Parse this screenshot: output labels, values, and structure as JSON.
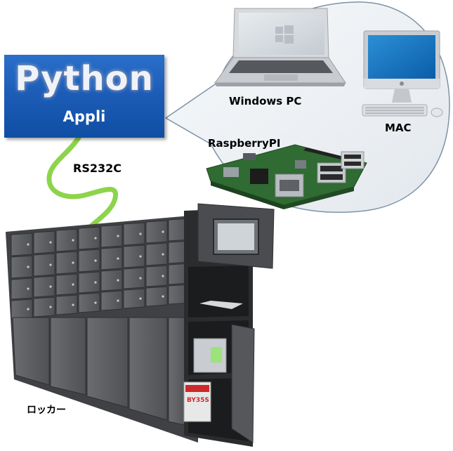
{
  "app": {
    "title": "Python",
    "subtitle": "Appli"
  },
  "connection": {
    "label": "RS232C",
    "color": "#8cd44a"
  },
  "devices": {
    "windows_pc": "Windows PC",
    "mac": "MAC",
    "raspberry_pi": "RaspberryPI"
  },
  "locker": {
    "label": "ロッカー",
    "box_text": "BY35S"
  },
  "colors": {
    "box_blue": "#1d5db8",
    "bubble_fill": "#eef1f4",
    "bubble_stroke": "#7d93a6",
    "locker_gray": "#5c5e61",
    "board_green": "#2f6b32"
  }
}
